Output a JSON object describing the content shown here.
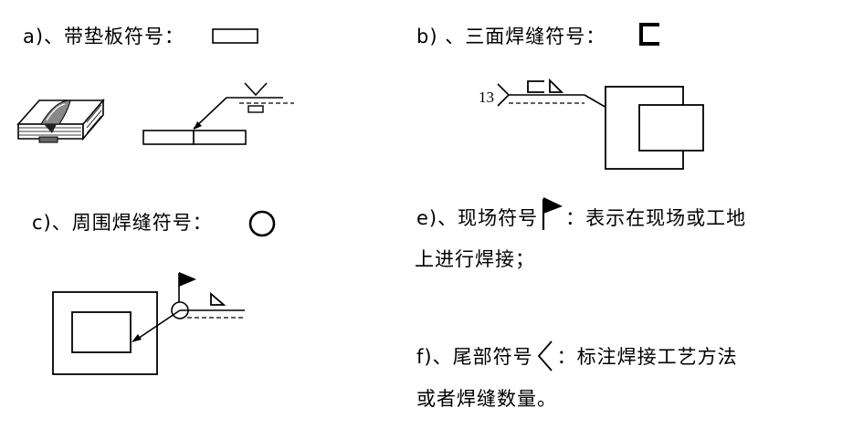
{
  "section_a": {
    "label": "a)、带垫板符号："
  },
  "section_b": {
    "label": "b) 、三面焊缝符号："
  },
  "section_c": {
    "label": "c)、周围焊缝符号："
  },
  "section_e": {
    "line1": "e)、现场符号",
    "line1_after": "：表示在现场或工地",
    "line2": "上进行焊接；"
  },
  "section_f": {
    "line1": "f)、尾部符号",
    "line1_after": "：标注焊接工艺方法",
    "line2": "或者焊缝数量。"
  },
  "diagram_b": {
    "tail_number": "13"
  },
  "colors": {
    "ink": "#000000",
    "weld_fill": "#444444",
    "background": "#ffffff"
  }
}
